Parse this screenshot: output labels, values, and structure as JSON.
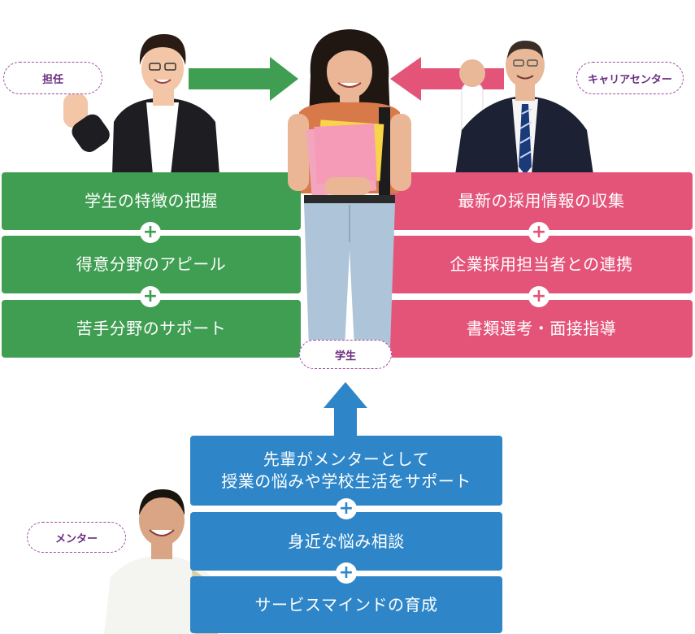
{
  "roles": {
    "homeroom": "担任",
    "career_center": "キャリアセンター",
    "student": "学生",
    "mentor": "メンター"
  },
  "homeroom_items": [
    "学生の特徴の把握",
    "得意分野のアピール",
    "苦手分野のサポート"
  ],
  "career_items": [
    "最新の採用情報の収集",
    "企業採用担当者との連携",
    "書類選考・面接指導"
  ],
  "mentor_items": {
    "first_line1": "先輩がメンターとして",
    "first_line2": "授業の悩みや学校生活をサポート",
    "second": "身近な悩み相談",
    "third": "サービスマインドの育成"
  },
  "plus_symbol": "+",
  "colors": {
    "green": "#3f9e52",
    "pink": "#e45479",
    "blue": "#2e86c8",
    "tag_border": "#9b4a9e"
  }
}
